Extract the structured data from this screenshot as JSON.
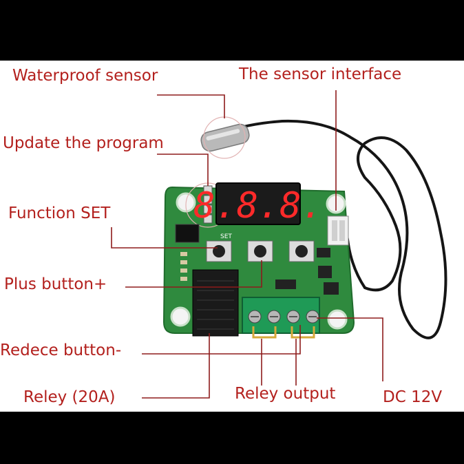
{
  "labels": {
    "waterproof_sensor": "Waterproof sensor",
    "sensor_interface": "The sensor interface",
    "update_program": "Update the program",
    "function_set": "Function SET",
    "plus_button": "Plus button+",
    "reduce_button": "Redece button-",
    "relay_20a": "Reley (20A)",
    "relay_output": "Reley output",
    "dc_12v": "DC 12V"
  },
  "board": {
    "display_digits": "8.8.8.",
    "set_key_label": "SET"
  },
  "colors": {
    "label_text": "#b3201d",
    "leader_line": "#8e1b1b",
    "pcb": "#2f8a3e",
    "display_segment": "#ff2a2a",
    "terminal_block": "#1f9a56",
    "relay": "#1a1a1a"
  }
}
